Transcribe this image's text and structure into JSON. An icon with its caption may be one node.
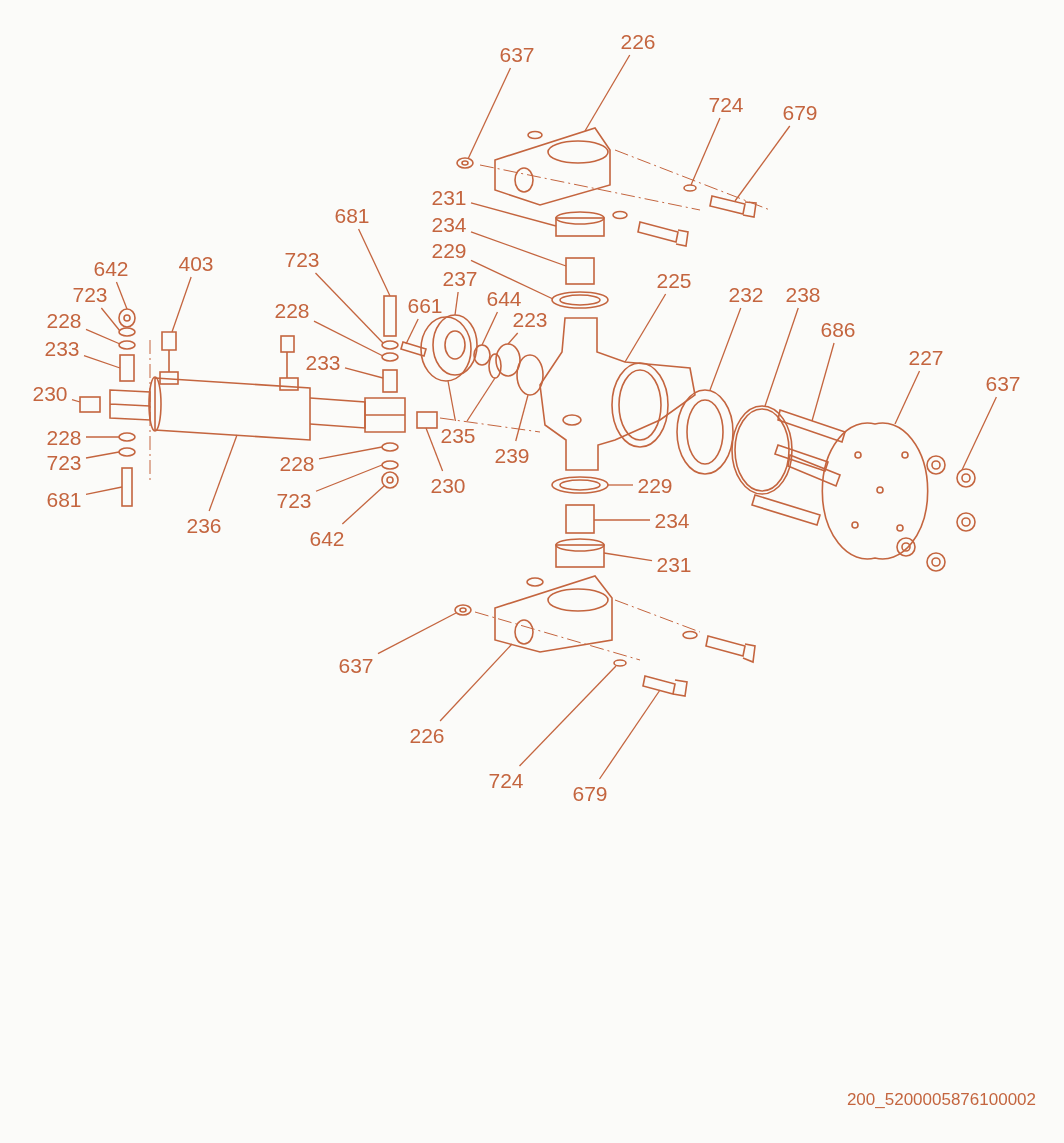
{
  "diagram": {
    "nodes": [
      {
        "text": [
          "637"
        ]
      },
      {
        "text": [
          "226"
        ]
      },
      {
        "text": [
          "724"
        ]
      },
      {
        "text": [
          "679"
        ]
      },
      {
        "text": [
          "681"
        ]
      },
      {
        "text": [
          "231"
        ]
      },
      {
        "text": [
          "234"
        ]
      },
      {
        "text": [
          "229"
        ]
      },
      {
        "text": [
          "642"
        ]
      },
      {
        "text": [
          "403"
        ]
      },
      {
        "text": [
          "723"
        ]
      },
      {
        "text": [
          "723"
        ]
      },
      {
        "text": [
          "237"
        ]
      },
      {
        "text": [
          "644"
        ]
      },
      {
        "text": [
          "225"
        ]
      },
      {
        "text": [
          "232"
        ]
      },
      {
        "text": [
          "238"
        ]
      },
      {
        "text": [
          "228"
        ]
      },
      {
        "text": [
          "661"
        ]
      },
      {
        "text": [
          "228"
        ]
      },
      {
        "text": [
          "223"
        ]
      },
      {
        "text": [
          "686"
        ]
      },
      {
        "text": [
          "233"
        ]
      },
      {
        "text": [
          "227"
        ]
      },
      {
        "text": [
          "233"
        ]
      },
      {
        "text": [
          "637"
        ]
      },
      {
        "text": [
          "230"
        ]
      },
      {
        "text": [
          "235"
        ]
      },
      {
        "text": [
          "239"
        ]
      },
      {
        "text": [
          "228"
        ]
      },
      {
        "text": [
          "230"
        ]
      },
      {
        "text": [
          "229"
        ]
      },
      {
        "text": [
          "723"
        ]
      },
      {
        "text": [
          "228"
        ]
      },
      {
        "text": [
          "236"
        ]
      },
      {
        "text": [
          "234"
        ]
      },
      {
        "text": [
          "723"
        ]
      },
      {
        "text": [
          "681"
        ]
      },
      {
        "text": [
          "642"
        ]
      },
      {
        "text": [
          "231"
        ]
      },
      {
        "text": [
          "637"
        ]
      },
      {
        "text": [
          "226"
        ]
      },
      {
        "text": [
          "724"
        ]
      },
      {
        "text": [
          "679"
        ]
      },
      {
        "text": [],
        "shape": "picture"
      },
      {
        "text": [],
        "shape": "picture"
      },
      {
        "text": [],
        "shape": "circle"
      },
      {
        "text": [],
        "shape": "picture"
      },
      {
        "text": [],
        "shape": "box"
      },
      {
        "text": [],
        "shape": "cylinder"
      },
      {
        "text": [],
        "shape": "box"
      },
      {
        "text": [],
        "shape": "picture"
      },
      {
        "text": [],
        "shape": "picture"
      },
      {
        "text": [],
        "shape": "picture"
      },
      {
        "text": [],
        "shape": "circle"
      },
      {
        "text": [],
        "shape": "circle"
      },
      {
        "text": [],
        "shape": "picture"
      },
      {
        "text": [],
        "shape": "circle"
      },
      {
        "text": [],
        "shape": "picture"
      },
      {
        "text": [],
        "shape": "picture"
      },
      {
        "text": [],
        "shape": "picture"
      },
      {
        "text": [],
        "shape": "circle"
      },
      {
        "text": [],
        "shape": "bar"
      },
      {
        "text": [],
        "shape": "circle"
      },
      {
        "text": [],
        "shape": "circle"
      },
      {
        "text": [],
        "shape": "bar"
      },
      {
        "text": [],
        "shape": "box"
      },
      {
        "text": [],
        "shape": "picture"
      },
      {
        "text": [],
        "shape": "box"
      },
      {
        "text": [],
        "shape": "picture"
      },
      {
        "text": [],
        "shape": "box"
      },
      {
        "text": [],
        "shape": "circle"
      },
      {
        "text": [],
        "shape": "circle"
      },
      {
        "text": [],
        "shape": "circle"
      },
      {
        "text": [],
        "shape": "circle"
      },
      {
        "text": [],
        "shape": "box"
      },
      {
        "text": [],
        "shape": "picture"
      },
      {
        "text": [],
        "shape": "circle"
      },
      {
        "text": [],
        "shape": "circle"
      },
      {
        "text": [],
        "shape": "picture"
      },
      {
        "text": [],
        "shape": "box"
      },
      {
        "text": [],
        "shape": "circle"
      },
      {
        "text": [],
        "shape": "box"
      },
      {
        "text": [],
        "shape": "picture"
      },
      {
        "text": [],
        "shape": "cylinder"
      },
      {
        "text": [],
        "shape": "picture"
      },
      {
        "text": [],
        "shape": "picture"
      },
      {
        "text": [],
        "shape": "circle"
      },
      {
        "text": [],
        "shape": "picture"
      }
    ],
    "edges": [
      {
        "from": 0,
        "to": 44,
        "arrow": "none"
      },
      {
        "from": 1,
        "to": 45,
        "arrow": "none"
      },
      {
        "from": 2,
        "to": 46,
        "arrow": "none"
      },
      {
        "from": 3,
        "to": 47,
        "arrow": "none"
      },
      {
        "from": 4,
        "to": 48,
        "arrow": "none"
      },
      {
        "from": 5,
        "to": 49,
        "arrow": "none"
      },
      {
        "from": 6,
        "to": 50,
        "arrow": "none"
      },
      {
        "from": 7,
        "to": 51,
        "arrow": "none"
      },
      {
        "from": 8,
        "to": 52,
        "arrow": "none"
      },
      {
        "from": 9,
        "to": 53,
        "arrow": "none"
      },
      {
        "from": 10,
        "to": 54,
        "arrow": "none"
      },
      {
        "from": 11,
        "to": 55,
        "arrow": "none"
      },
      {
        "from": 12,
        "to": 56,
        "arrow": "none"
      },
      {
        "from": 13,
        "to": 57,
        "arrow": "none"
      },
      {
        "from": 14,
        "to": 58,
        "arrow": "none"
      },
      {
        "from": 15,
        "to": 59,
        "arrow": "none"
      },
      {
        "from": 16,
        "to": 60,
        "arrow": "none"
      },
      {
        "from": 17,
        "to": 61,
        "arrow": "none"
      },
      {
        "from": 18,
        "to": 62,
        "arrow": "none"
      },
      {
        "from": 19,
        "to": 63,
        "arrow": "none"
      },
      {
        "from": 20,
        "to": 64,
        "arrow": "none"
      },
      {
        "from": 21,
        "to": 65,
        "arrow": "none"
      },
      {
        "from": 22,
        "to": 66,
        "arrow": "none"
      },
      {
        "from": 23,
        "to": 67,
        "arrow": "none"
      },
      {
        "from": 24,
        "to": 68,
        "arrow": "none"
      },
      {
        "from": 25,
        "to": 69,
        "arrow": "none"
      },
      {
        "from": 26,
        "to": 70,
        "arrow": "none"
      },
      {
        "from": 27,
        "to": 71,
        "arrow": "none"
      },
      {
        "from": 27,
        "to": 72,
        "arrow": "none"
      },
      {
        "from": 28,
        "to": 73,
        "arrow": "none"
      },
      {
        "from": 29,
        "to": 74,
        "arrow": "none"
      },
      {
        "from": 30,
        "to": 75,
        "arrow": "none"
      },
      {
        "from": 31,
        "to": 76,
        "arrow": "none"
      },
      {
        "from": 32,
        "to": 77,
        "arrow": "none"
      },
      {
        "from": 33,
        "to": 78,
        "arrow": "none"
      },
      {
        "from": 34,
        "to": 79,
        "arrow": "none"
      },
      {
        "from": 35,
        "to": 80,
        "arrow": "none"
      },
      {
        "from": 36,
        "to": 81,
        "arrow": "none"
      },
      {
        "from": 37,
        "to": 82,
        "arrow": "none"
      },
      {
        "from": 38,
        "to": 83,
        "arrow": "none"
      },
      {
        "from": 39,
        "to": 84,
        "arrow": "none"
      },
      {
        "from": 40,
        "to": 85,
        "arrow": "none"
      },
      {
        "from": 41,
        "to": 86,
        "arrow": "none"
      },
      {
        "from": 42,
        "to": 87,
        "arrow": "none"
      },
      {
        "from": 43,
        "to": 88,
        "arrow": "none"
      }
    ],
    "labels": [
      "200_5200005876100002"
    ]
  }
}
